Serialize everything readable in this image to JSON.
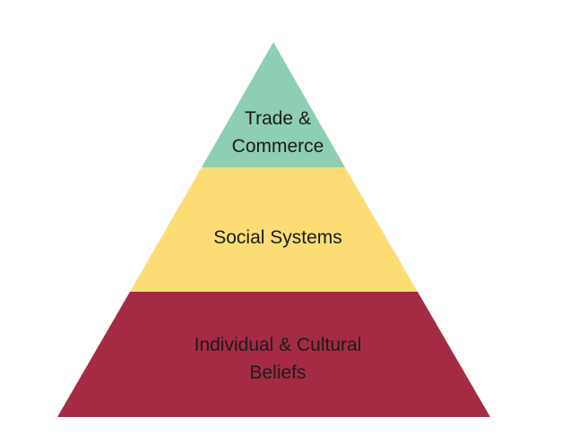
{
  "diagram": {
    "type": "pyramid",
    "layers": [
      {
        "id": "top",
        "lines": [
          "Trade &",
          "Commerce"
        ],
        "color": "#8ECFB4"
      },
      {
        "id": "middle",
        "lines": [
          "Social Systems"
        ],
        "color": "#FCDD75"
      },
      {
        "id": "bottom",
        "lines": [
          "Individual & Cultural",
          "Beliefs"
        ],
        "color": "#A52B45"
      }
    ]
  }
}
